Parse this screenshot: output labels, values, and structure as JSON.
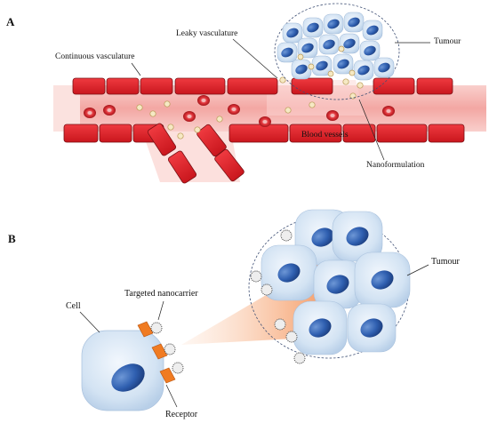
{
  "panels": {
    "a": {
      "letter": "A",
      "labels": {
        "continuous": "Continuous vasculature",
        "leaky": "Leaky vasculature",
        "tumour": "Tumour",
        "blood_vessels": "Blood vessels",
        "nanoformulation": "Nanoformulation"
      }
    },
    "b": {
      "letter": "B",
      "labels": {
        "targeted_nanocarrier": "Targeted nanocarrier",
        "cell": "Cell",
        "tumour": "Tumour",
        "receptor": "Receptor"
      }
    }
  },
  "colors": {
    "endothelial": "#e0232b",
    "endothelial_dark": "#8c1217",
    "vessel_glow": "#f6b6b3",
    "tumour_cell": "#cfe0f2",
    "nucleus": "#2f5fb0",
    "receptor": "#f07b22",
    "nanoparticle": "#f5e6b8",
    "cone": "#f7b48a"
  }
}
